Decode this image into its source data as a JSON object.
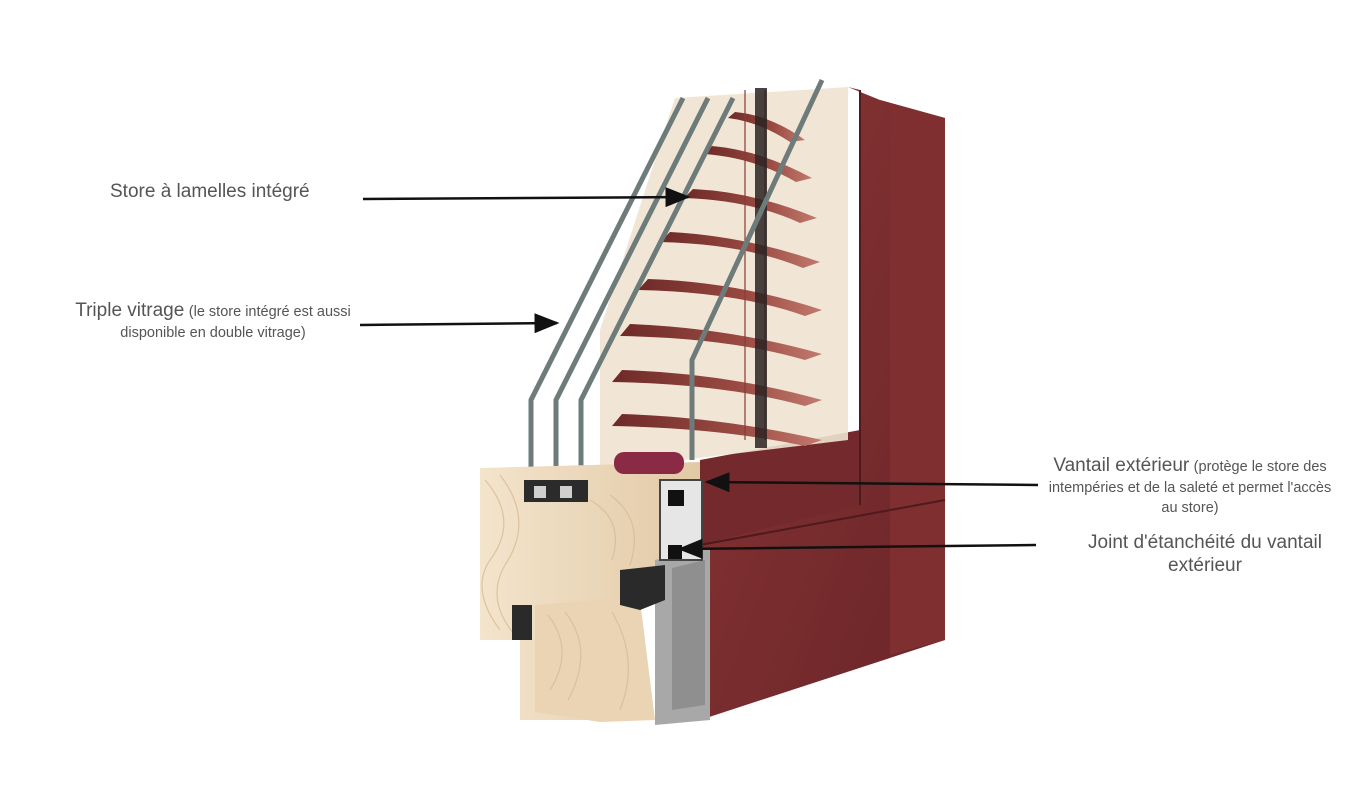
{
  "callouts": [
    {
      "id": "store",
      "main": "Store à lamelles intégré",
      "sub": ""
    },
    {
      "id": "triple",
      "main": "Triple vitrage",
      "sub": "(le store intégré est aussi disponible en double vitrage)"
    },
    {
      "id": "vantail",
      "main": "Vantail extérieur",
      "sub": "(protège le store des intempéries et de la saleté et permet l'accès au store)"
    },
    {
      "id": "joint",
      "main": "Joint d'étanchéité du vantail extérieur",
      "sub": ""
    }
  ],
  "colors": {
    "frame": "#7a2e2e",
    "frame_dark": "#5a1f22",
    "wood": "#ecd9bd",
    "glass_edge": "#6e7b7b",
    "slat": "#8c3a36",
    "label_text": "#555555"
  }
}
